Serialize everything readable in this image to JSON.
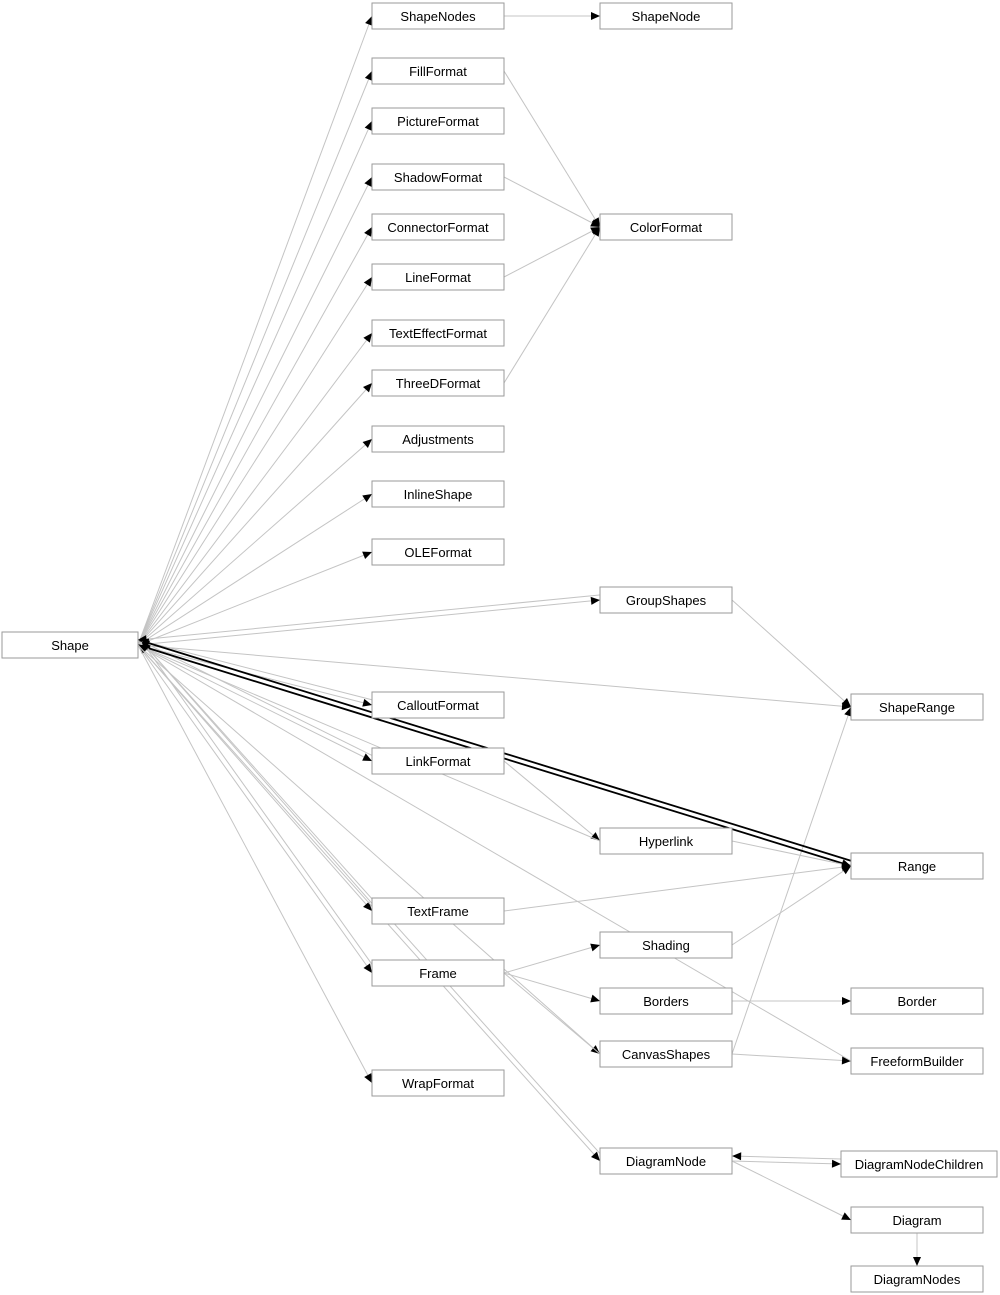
{
  "nodes": [
    {
      "id": "shape",
      "label": "Shape"
    },
    {
      "id": "shapenodes",
      "label": "ShapeNodes"
    },
    {
      "id": "shapenode",
      "label": "ShapeNode"
    },
    {
      "id": "fillformat",
      "label": "FillFormat"
    },
    {
      "id": "pictureformat",
      "label": "PictureFormat"
    },
    {
      "id": "shadowformat",
      "label": "ShadowFormat"
    },
    {
      "id": "connectorformat",
      "label": "ConnectorFormat"
    },
    {
      "id": "colorformat",
      "label": "ColorFormat"
    },
    {
      "id": "lineformat",
      "label": "LineFormat"
    },
    {
      "id": "texteffectformat",
      "label": "TextEffectFormat"
    },
    {
      "id": "threedformat",
      "label": "ThreeDFormat"
    },
    {
      "id": "adjustments",
      "label": "Adjustments"
    },
    {
      "id": "inlineshape",
      "label": "InlineShape"
    },
    {
      "id": "oleformat",
      "label": "OLEFormat"
    },
    {
      "id": "groupshapes",
      "label": "GroupShapes"
    },
    {
      "id": "shaperange",
      "label": "ShapeRange"
    },
    {
      "id": "calloutformat",
      "label": "CalloutFormat"
    },
    {
      "id": "linkformat",
      "label": "LinkFormat"
    },
    {
      "id": "hyperlink",
      "label": "Hyperlink"
    },
    {
      "id": "range",
      "label": "Range"
    },
    {
      "id": "textframe",
      "label": "TextFrame"
    },
    {
      "id": "shading",
      "label": "Shading"
    },
    {
      "id": "frame",
      "label": "Frame"
    },
    {
      "id": "borders",
      "label": "Borders"
    },
    {
      "id": "border",
      "label": "Border"
    },
    {
      "id": "canvasshapes",
      "label": "CanvasShapes"
    },
    {
      "id": "freeformbuilder",
      "label": "FreeformBuilder"
    },
    {
      "id": "wrapformat",
      "label": "WrapFormat"
    },
    {
      "id": "diagramnode",
      "label": "DiagramNode"
    },
    {
      "id": "diagramnodechildren",
      "label": "DiagramNodeChildren"
    },
    {
      "id": "diagram",
      "label": "Diagram"
    },
    {
      "id": "diagramnodes",
      "label": "DiagramNodes"
    }
  ],
  "edges": [
    {
      "from": "shape",
      "to": "shapenodes"
    },
    {
      "from": "shapenodes",
      "to": "shapenode"
    },
    {
      "from": "shape",
      "to": "fillformat"
    },
    {
      "from": "shape",
      "to": "pictureformat"
    },
    {
      "from": "shape",
      "to": "shadowformat"
    },
    {
      "from": "shape",
      "to": "connectorformat"
    },
    {
      "from": "shape",
      "to": "lineformat"
    },
    {
      "from": "shape",
      "to": "texteffectformat"
    },
    {
      "from": "shape",
      "to": "threedformat"
    },
    {
      "from": "shape",
      "to": "adjustments"
    },
    {
      "from": "shape",
      "to": "inlineshape"
    },
    {
      "from": "shape",
      "to": "oleformat"
    },
    {
      "from": "fillformat",
      "to": "colorformat"
    },
    {
      "from": "shadowformat",
      "to": "colorformat"
    },
    {
      "from": "lineformat",
      "to": "colorformat"
    },
    {
      "from": "threedformat",
      "to": "colorformat"
    },
    {
      "from": "shape",
      "to": "groupshapes"
    },
    {
      "from": "groupshapes",
      "to": "shape"
    },
    {
      "from": "groupshapes",
      "to": "shaperange"
    },
    {
      "from": "shape",
      "to": "shaperange"
    },
    {
      "from": "canvasshapes",
      "to": "shaperange"
    },
    {
      "from": "shape",
      "to": "calloutformat"
    },
    {
      "from": "calloutformat",
      "to": "shape"
    },
    {
      "from": "shape",
      "to": "linkformat"
    },
    {
      "from": "linkformat",
      "to": "shape"
    },
    {
      "from": "linkformat",
      "to": "hyperlink"
    },
    {
      "from": "hyperlink",
      "to": "shape"
    },
    {
      "from": "shape",
      "to": "range",
      "bold": true
    },
    {
      "from": "range",
      "to": "shape",
      "bold": true
    },
    {
      "from": "hyperlink",
      "to": "range"
    },
    {
      "from": "textframe",
      "to": "range"
    },
    {
      "from": "shading",
      "to": "range"
    },
    {
      "from": "shape",
      "to": "textframe"
    },
    {
      "from": "textframe",
      "to": "shape"
    },
    {
      "from": "shape",
      "to": "frame"
    },
    {
      "from": "frame",
      "to": "shape"
    },
    {
      "from": "frame",
      "to": "shading"
    },
    {
      "from": "frame",
      "to": "borders"
    },
    {
      "from": "frame",
      "to": "canvasshapes"
    },
    {
      "from": "borders",
      "to": "border"
    },
    {
      "from": "canvasshapes",
      "to": "freeformbuilder"
    },
    {
      "from": "freeformbuilder",
      "to": "shape"
    },
    {
      "from": "canvasshapes",
      "to": "shape"
    },
    {
      "from": "shape",
      "to": "wrapformat"
    },
    {
      "from": "shape",
      "to": "diagramnode"
    },
    {
      "from": "diagramnode",
      "to": "shape"
    },
    {
      "from": "diagramnode",
      "to": "diagramnodechildren"
    },
    {
      "from": "diagramnodechildren",
      "to": "diagramnode"
    },
    {
      "from": "diagramnode",
      "to": "diagram"
    },
    {
      "from": "diagram",
      "to": "diagramnodes"
    }
  ]
}
